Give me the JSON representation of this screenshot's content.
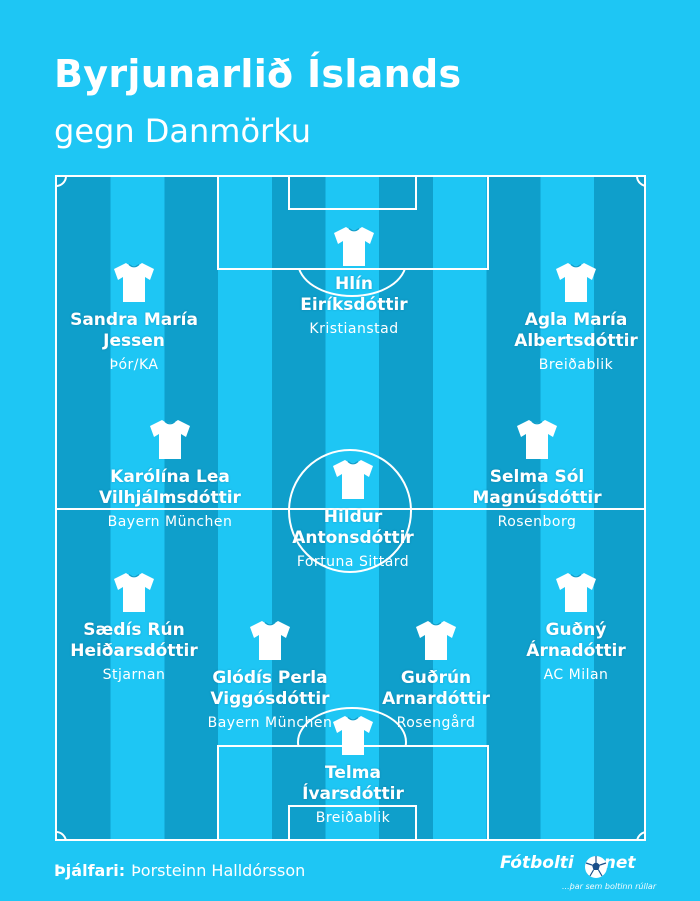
{
  "title": "Byrjunarlið Íslands",
  "subtitle": "gegn Danmörku",
  "players": [
    {
      "name_line1": "Hlín",
      "name_line2": "Eiríksdóttir",
      "club": "Kristianstad"
    },
    {
      "name_line1": "Sandra María",
      "name_line2": "Jessen",
      "club": "Þór/KA"
    },
    {
      "name_line1": "Agla María",
      "name_line2": "Albertsdóttir",
      "club": "Breiðablik"
    },
    {
      "name_line1": "Karólína Lea",
      "name_line2": "Vilhjálmsdóttir",
      "club": "Bayern München"
    },
    {
      "name_line1": "Selma Sól",
      "name_line2": "Magnúsdóttir",
      "club": "Rosenborg"
    },
    {
      "name_line1": "Hildur",
      "name_line2": "Antonsdóttir",
      "club": "Fortuna Sittard"
    },
    {
      "name_line1": "Sædís Rún",
      "name_line2": "Heiðarsdóttir",
      "club": "Stjarnan"
    },
    {
      "name_line1": "Guðný",
      "name_line2": "Árnadóttir",
      "club": "AC Milan"
    },
    {
      "name_line1": "Glódís Perla",
      "name_line2": "Viggósdóttir",
      "club": "Bayern München"
    },
    {
      "name_line1": "Guðrún",
      "name_line2": "Arnardóttir",
      "club": "Rosengård"
    },
    {
      "name_line1": "Telma",
      "name_line2": "Ívarsdóttir",
      "club": "Breiðablik"
    }
  ],
  "coach": {
    "label": "Þjálfari:",
    "name": "Þorsteinn Halldórsson"
  },
  "logo": {
    "text_left": "Fótbolti",
    "text_right": "net",
    "tagline": "...þar sem boltinn rúllar"
  },
  "colors": {
    "background": "#1ec6f4",
    "stripe_dark": "#0f9fcb",
    "lines": "#ffffff",
    "shirt": "#ffffff"
  }
}
